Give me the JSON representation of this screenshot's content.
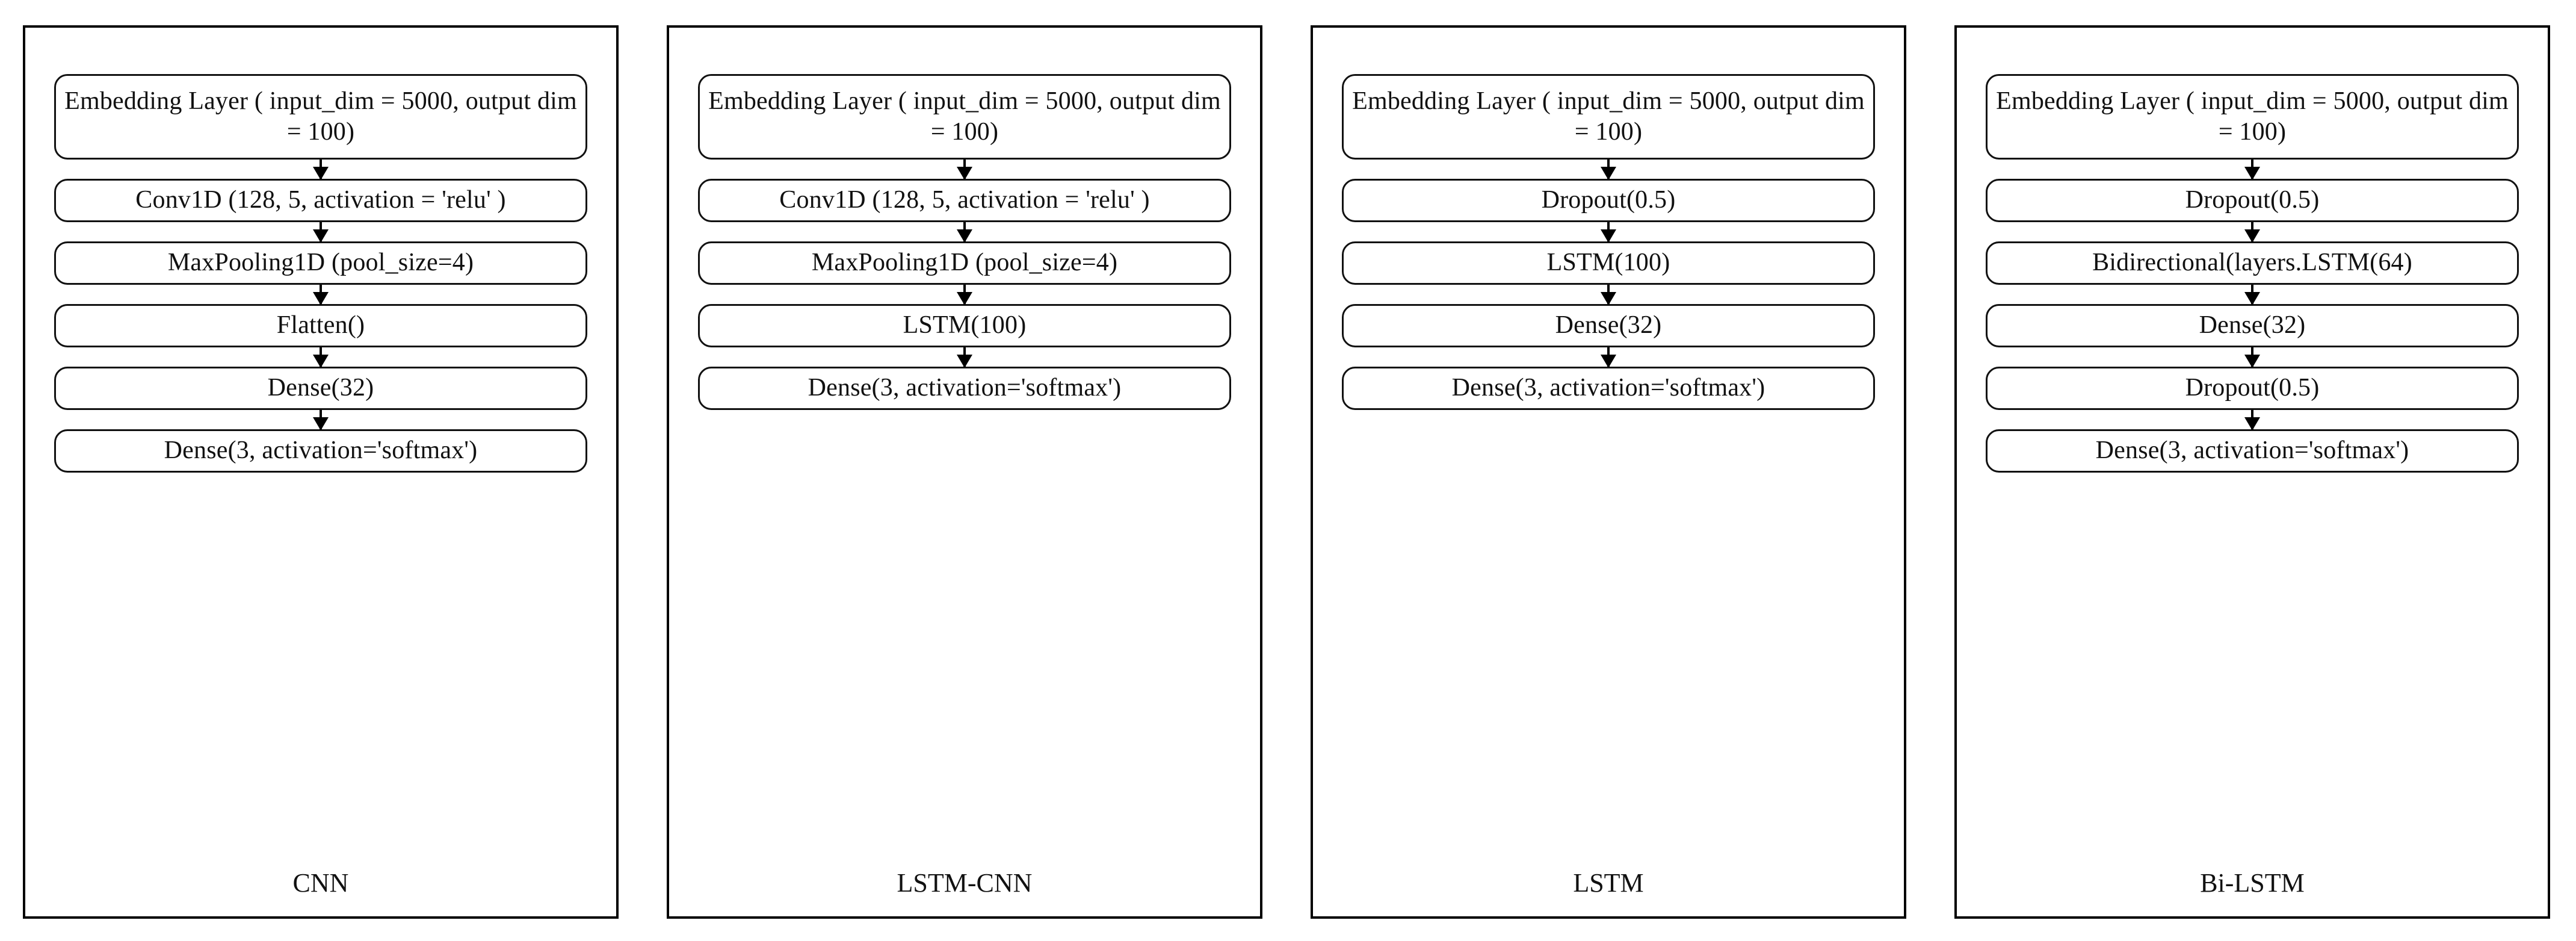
{
  "figure": {
    "background_color": "#ffffff",
    "line_color": "#000000",
    "text_color": "#111111",
    "panel_count": 4
  },
  "panels": [
    {
      "label": "CNN",
      "nodes": [
        {
          "text": "Embedding Layer ( input_dim = 5000, output  dim = 100)",
          "lines": 2
        },
        {
          "text": "Conv1D (128, 5, activation = 'relu' )",
          "lines": 1
        },
        {
          "text": "MaxPooling1D (pool_size=4)",
          "lines": 1
        },
        {
          "text": "Flatten()",
          "lines": 1
        },
        {
          "text": "Dense(32)",
          "lines": 1
        },
        {
          "text": "Dense(3, activation='softmax')",
          "lines": 1
        }
      ]
    },
    {
      "label": "LSTM-CNN",
      "nodes": [
        {
          "text": "Embedding Layer ( input_dim = 5000, output  dim = 100)",
          "lines": 2
        },
        {
          "text": "Conv1D (128, 5, activation = 'relu' )",
          "lines": 1
        },
        {
          "text": "MaxPooling1D (pool_size=4)",
          "lines": 1
        },
        {
          "text": "LSTM(100)",
          "lines": 1
        },
        {
          "text": "Dense(3, activation='softmax')",
          "lines": 1
        }
      ]
    },
    {
      "label": "LSTM",
      "nodes": [
        {
          "text": "Embedding Layer ( input_dim = 5000, output  dim = 100)",
          "lines": 2
        },
        {
          "text": "Dropout(0.5)",
          "lines": 1
        },
        {
          "text": "LSTM(100)",
          "lines": 1
        },
        {
          "text": "Dense(32)",
          "lines": 1
        },
        {
          "text": "Dense(3, activation='softmax')",
          "lines": 1
        }
      ]
    },
    {
      "label": "Bi-LSTM",
      "nodes": [
        {
          "text": "Embedding Layer ( input_dim = 5000, output  dim = 100)",
          "lines": 2
        },
        {
          "text": "Dropout(0.5)",
          "lines": 1
        },
        {
          "text": "Bidirectional(layers.LSTM(64)",
          "lines": 1
        },
        {
          "text": "Dense(32)",
          "lines": 1
        },
        {
          "text": "Dropout(0.5)",
          "lines": 1
        },
        {
          "text": "Dense(3, activation='softmax')",
          "lines": 1
        }
      ]
    }
  ]
}
